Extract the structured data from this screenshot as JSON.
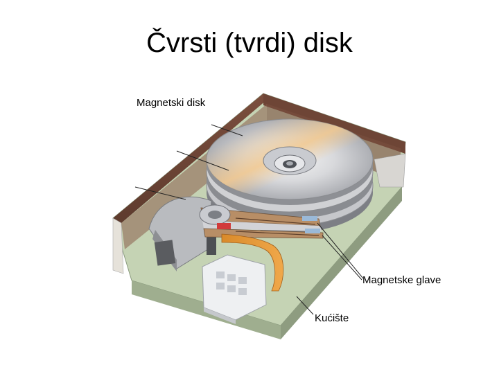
{
  "slide": {
    "title": "Čvrsti (tvrdi) disk",
    "labels": {
      "magnetic_disk": "Magnetski disk",
      "magnetic_heads": "Magnetske glave",
      "housing": "Kućište"
    }
  }
}
